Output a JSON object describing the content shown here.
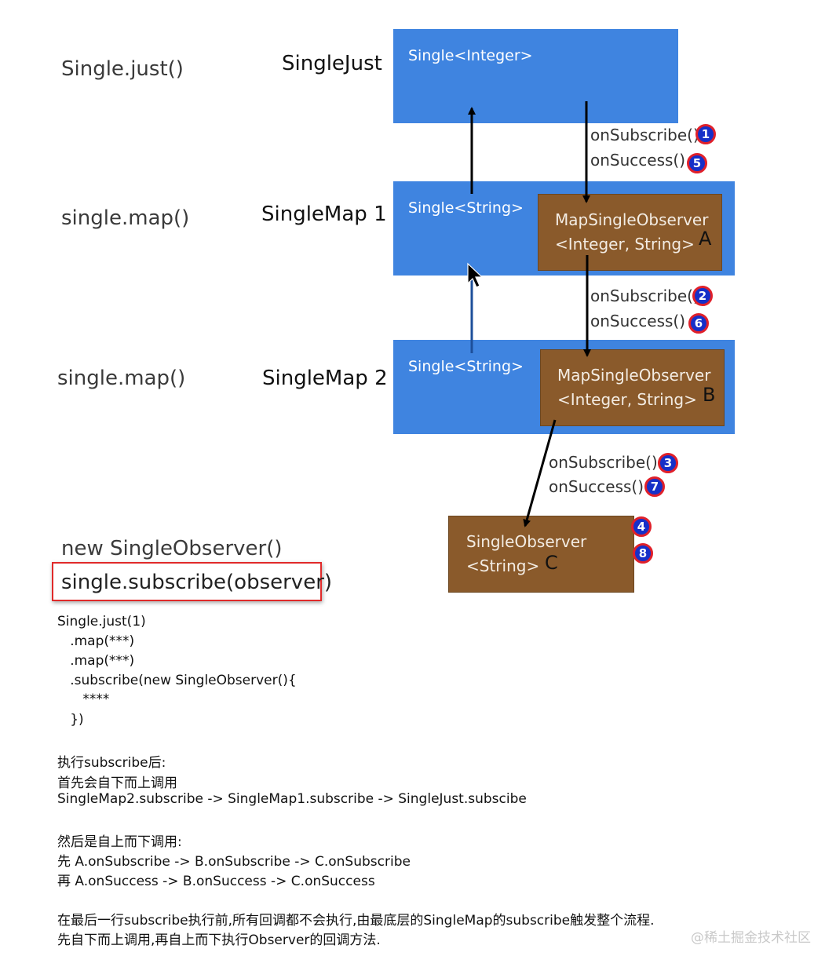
{
  "left_labels": {
    "just": "Single.just()",
    "map1": "single.map()",
    "map2": "single.map()",
    "new_observer": "new SingleObserver()",
    "subscribe": "single.subscribe(observer)"
  },
  "mid_labels": {
    "just": "SingleJust",
    "map1": "SingleMap 1",
    "map2": "SingleMap 2"
  },
  "boxes": {
    "just_title": "Single<Integer>",
    "map1_title": "Single<String>",
    "map2_title": "Single<String>",
    "observer_a_line1": "MapSingleObserver",
    "observer_a_line2": "<Integer, String>",
    "observer_a_letter": "A",
    "observer_b_line1": "MapSingleObserver",
    "observer_b_line2": "<Integer, String>",
    "observer_b_letter": "B",
    "observer_c_line1": "SingleObserver",
    "observer_c_line2": "<String>",
    "observer_c_letter": "C"
  },
  "callbacks": {
    "s1": "onSubscribe()",
    "u1": "onSuccess()",
    "s2": "onSubscribe()",
    "u2": "onSuccess()",
    "s3": "onSubscribe()",
    "u3": "onSuccess()"
  },
  "badges": [
    "1",
    "5",
    "2",
    "6",
    "3",
    "7",
    "4",
    "8"
  ],
  "code": [
    "Single.just(1)",
    "   .map(***)",
    "   .map(***)",
    "   .subscribe(new SingleObserver(){",
    "      ****",
    "   })"
  ],
  "notes": [
    "执行subscribe后:",
    "首先会自下而上调用",
    "SingleMap2.subscribe -> SingleMap1.subscribe -> SingleJust.subscibe",
    "然后是自上而下调用:",
    "先 A.onSubscribe -> B.onSubscribe -> C.onSubscribe",
    "再 A.onSuccess -> B.onSuccess -> C.onSuccess",
    "在最后一行subscribe执行前,所有回调都不会执行,由最底层的SingleMap的subscribe触发整个流程.",
    "先自下而上调用,再自上而下执行Observer的回调方法."
  ],
  "watermark": "@稀土掘金技术社区",
  "colors": {
    "blue": "#3f84e0",
    "brown": "#8a5a2b",
    "badge_fill": "#1630c8",
    "badge_ring": "#e0202a",
    "highlight_border": "#e02a2a"
  }
}
